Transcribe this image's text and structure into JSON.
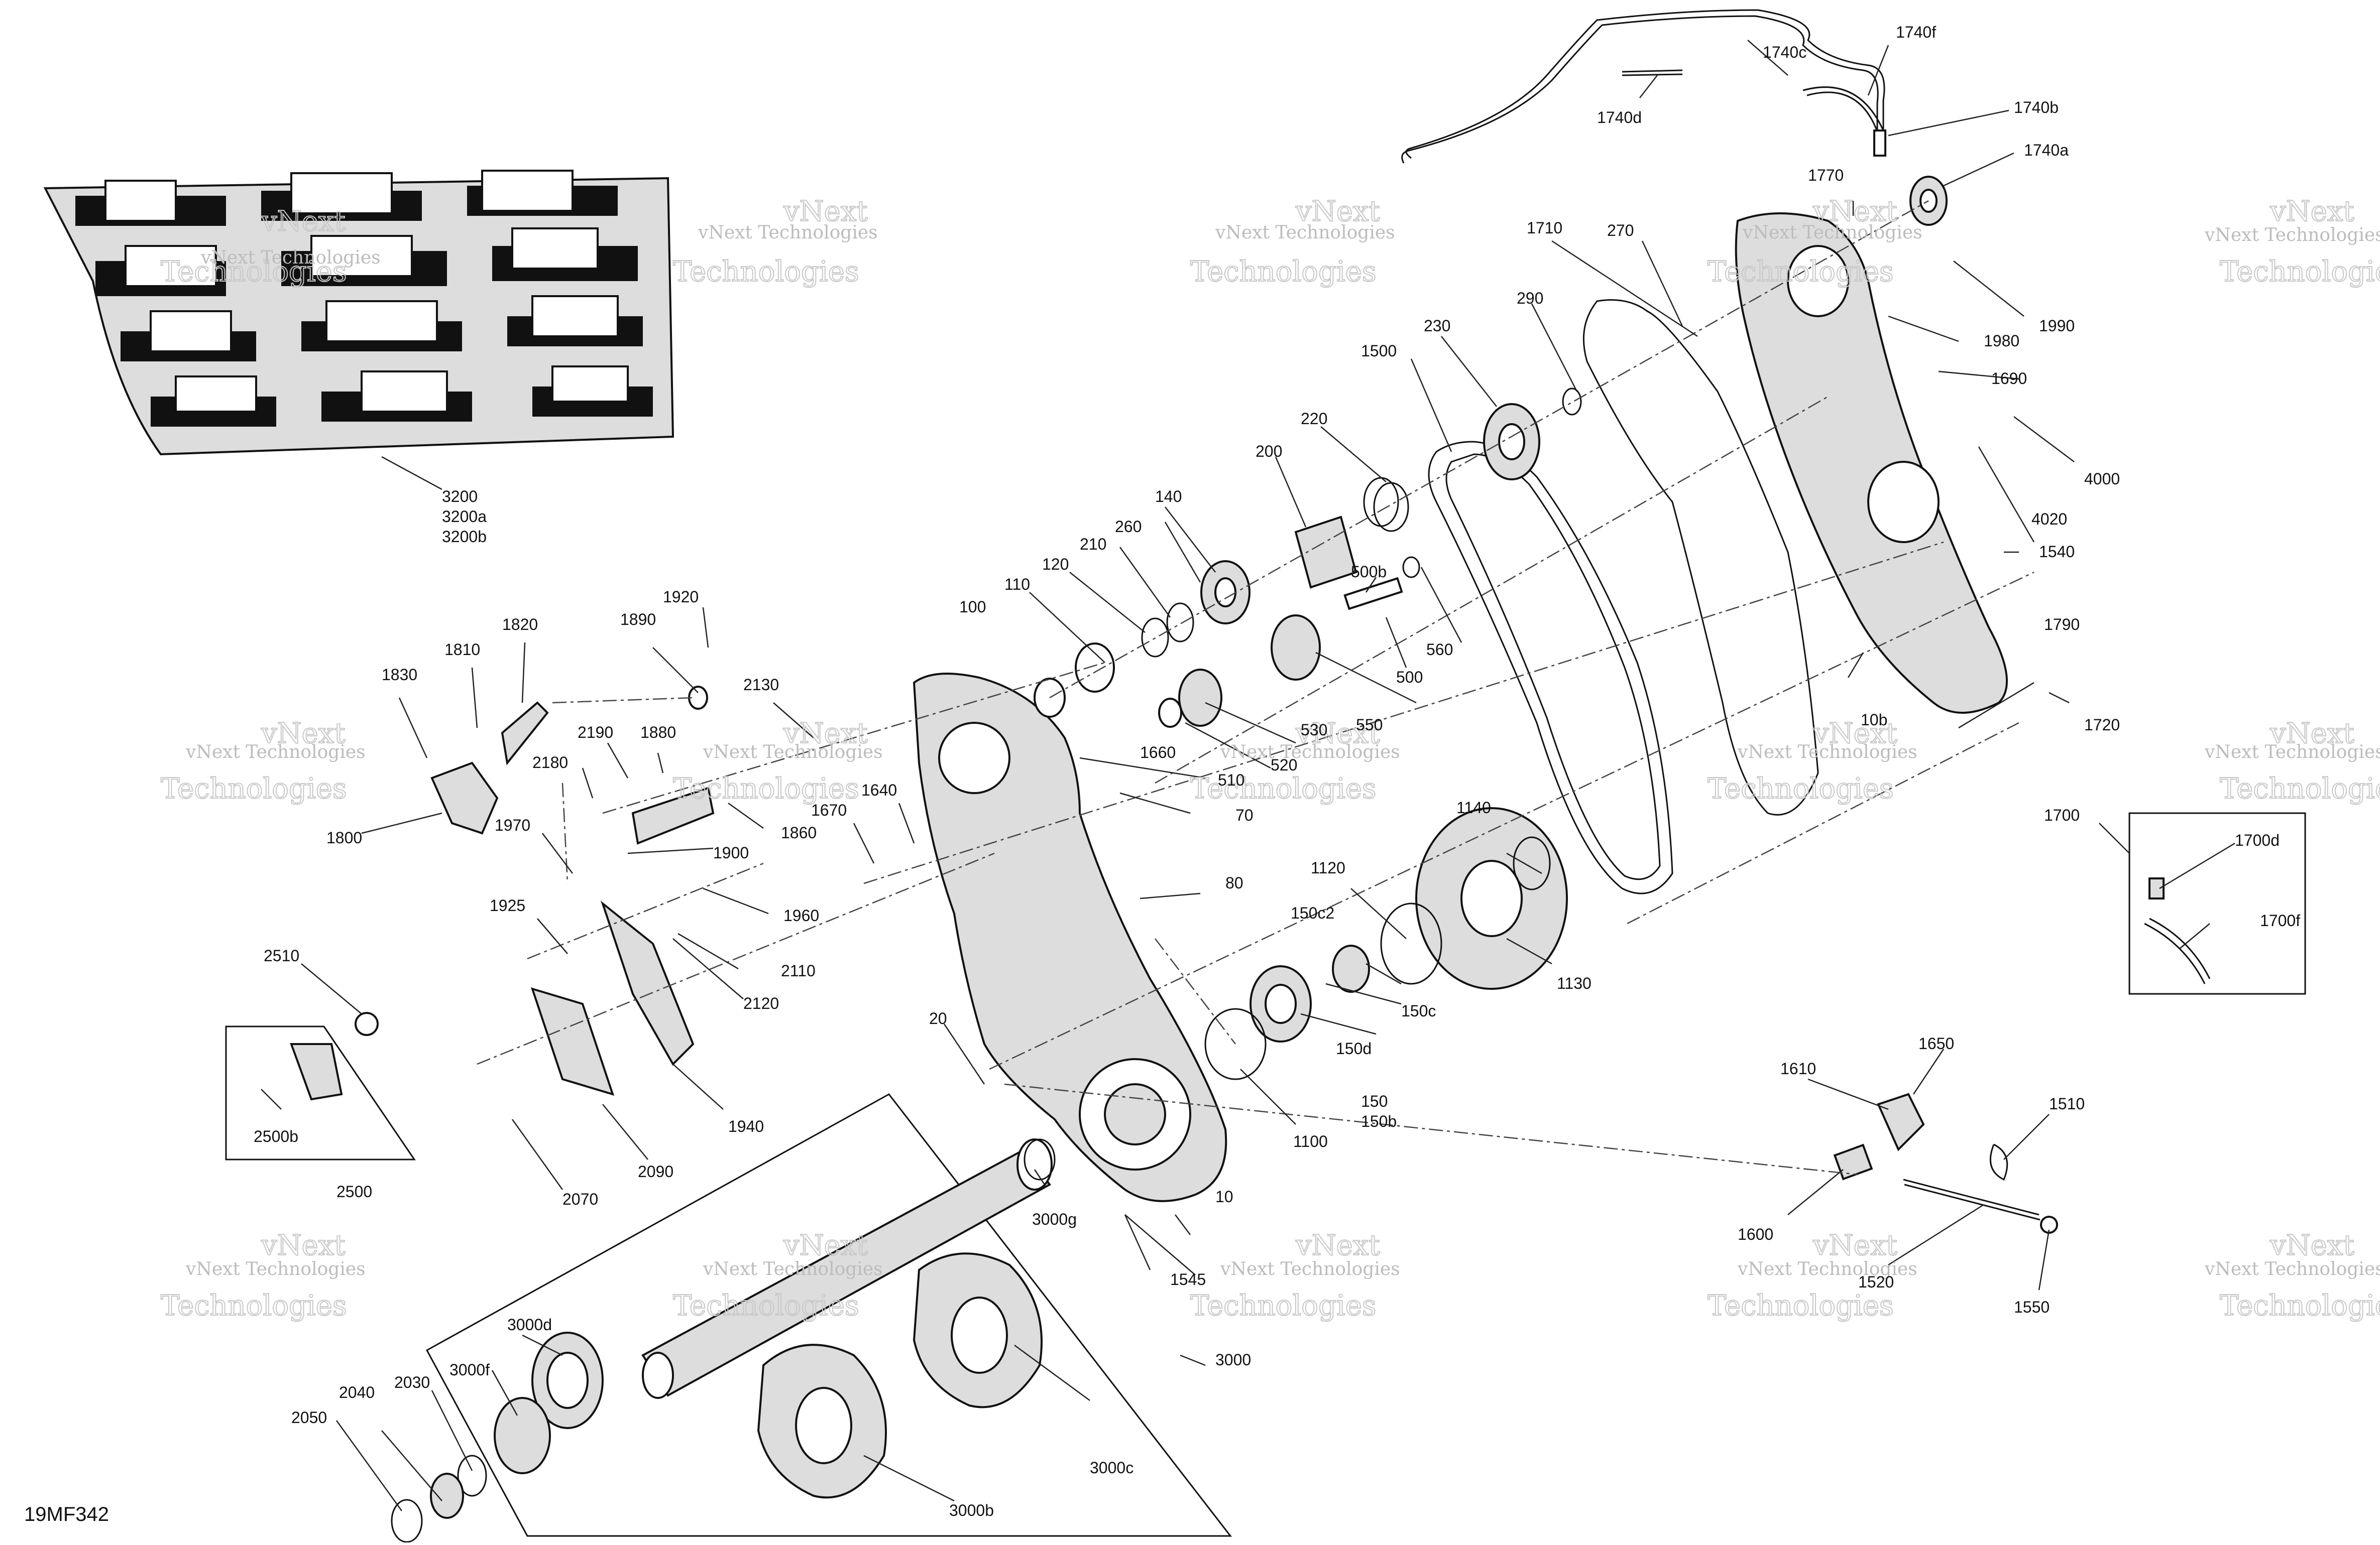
{
  "diagram": {
    "ref_code": "19MF342",
    "watermark_line1": "vNext Technologies",
    "watermark_line2": "vNext",
    "watermark_line3": "Technologies",
    "labels": {
      "l1740c": "1740c",
      "l1740f": "1740f",
      "l1740d": "1740d",
      "l1740b": "1740b",
      "l1740a": "1740a",
      "l1770": "1770",
      "l1710": "1710",
      "l270": "270",
      "l1990": "1990",
      "l1980": "1980",
      "l290": "290",
      "l230": "230",
      "l1500": "1500",
      "l1690": "1690",
      "l220": "220",
      "l4000": "4000",
      "l4020": "4020",
      "l200": "200",
      "l1540": "1540",
      "l140": "140",
      "l260": "260",
      "l500b": "500b",
      "l210": "210",
      "l120": "120",
      "l110": "110",
      "l100": "100",
      "l560": "560",
      "l1790": "1790",
      "l500": "500",
      "l10b": "10b",
      "l1720": "1720",
      "l530": "530",
      "l550": "550",
      "l520": "520",
      "l510": "510",
      "l1660": "1660",
      "l70": "70",
      "l1140": "1140",
      "l1700": "1700",
      "l1700d": "1700d",
      "l1700f": "1700f",
      "l80": "80",
      "l1120": "1120",
      "l150c2": "150c2",
      "l1130": "1130",
      "l150c": "150c",
      "l150d": "150d",
      "l150": "150",
      "l150b": "150b",
      "l1100": "1100",
      "l1920": "1920",
      "l1820": "1820",
      "l1890": "1890",
      "l1810": "1810",
      "l1830": "1830",
      "l2130": "2130",
      "l2190": "2190",
      "l1880": "1880",
      "l2180": "2180",
      "l1800": "1800",
      "l1970": "1970",
      "l1860": "1860",
      "l1900": "1900",
      "l1670": "1670",
      "l1640": "1640",
      "l1925": "1925",
      "l1960": "1960",
      "l2110": "2110",
      "l2120": "2120",
      "l2510": "2510",
      "l2500b": "2500b",
      "l2500": "2500",
      "l1940": "1940",
      "l2070": "2070",
      "l2090": "2090",
      "l20": "20",
      "l3000g": "3000g",
      "l1545": "1545",
      "l3000": "3000",
      "l3000d": "3000d",
      "l3000f": "3000f",
      "l2040": "2040",
      "l2030": "2030",
      "l2050": "2050",
      "l3000c": "3000c",
      "l3000b": "3000b",
      "l1650": "1650",
      "l1610": "1610",
      "l1510": "1510",
      "l1600": "1600",
      "l1520": "1520",
      "l1550": "1550",
      "l3200": "3200",
      "l3200a": "3200a",
      "l3200b": "3200b"
    }
  }
}
